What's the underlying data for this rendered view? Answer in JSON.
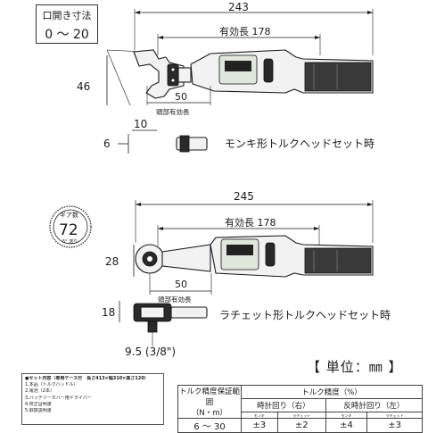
{
  "spanner_head": {
    "jaw_opening_label": "口開き寸法",
    "jaw_opening_range": "0 ～ 20",
    "overall_length": "243",
    "effective_length": "有効長 178",
    "height": "46",
    "head_effective_length": "50",
    "head_effective_label": "頭部有効長",
    "thickness_a": "6",
    "thickness_b": "10",
    "caption": "モンキ形トルクヘッドセット時"
  },
  "ratchet_head": {
    "gear_label": "ギア数",
    "gear_count": "72",
    "gear_step": "5° 送り",
    "overall_length": "245",
    "effective_length": "有効長 178",
    "height": "28",
    "head_effective_length": "50",
    "head_effective_label": "頭部有効長",
    "thickness": "18",
    "drive_size": "9.5 (3/8\")",
    "caption": "ラチェット形トルクヘッドセット時"
  },
  "unit_note": "【 単位：㎜ 】",
  "accessories": {
    "heading": "●セット内容（専用ケース付　長さ413×幅310×高さ120）",
    "items": [
      "1.本品（トルクハンドル）",
      "2.電池（2本）",
      "3.バッテリーカバー用ドライバー",
      "4.校正証明書",
      "5.取扱説明書"
    ]
  },
  "accuracy_table": {
    "range_header": "トルク精度保証範囲",
    "range_unit": "（N・m）",
    "accuracy_header": "トルク精度（%）",
    "clockwise": "時計回り（右）",
    "counterclockwise": "反時計回り（左）",
    "head_types": [
      "モンキ",
      "ラチェット",
      "モンキ",
      "ラチェット"
    ],
    "range_value": "6 ～ 30",
    "values": [
      "±3",
      "±2",
      "±4",
      "±3"
    ]
  }
}
